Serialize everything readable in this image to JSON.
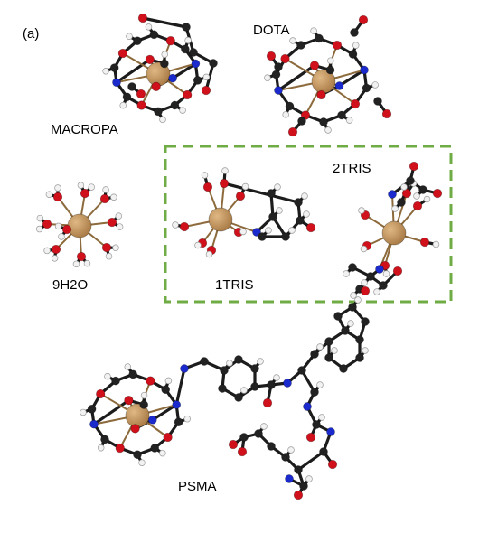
{
  "panel_label": "(a)",
  "molecules": [
    {
      "id": "macropa",
      "label": "MACROPA"
    },
    {
      "id": "dota",
      "label": "DOTA"
    },
    {
      "id": "water9",
      "label": "9H2O"
    },
    {
      "id": "tris1",
      "label": "1TRIS"
    },
    {
      "id": "tris2",
      "label": "2TRIS"
    },
    {
      "id": "psma",
      "label": "PSMA"
    }
  ],
  "colors": {
    "metal": "#a87a45",
    "carbon": "#222222",
    "oxygen": "#d0101a",
    "nitrogen": "#1a2acc",
    "hydrogen": "#f2f2f2",
    "highlight_box": "#6fac45"
  }
}
